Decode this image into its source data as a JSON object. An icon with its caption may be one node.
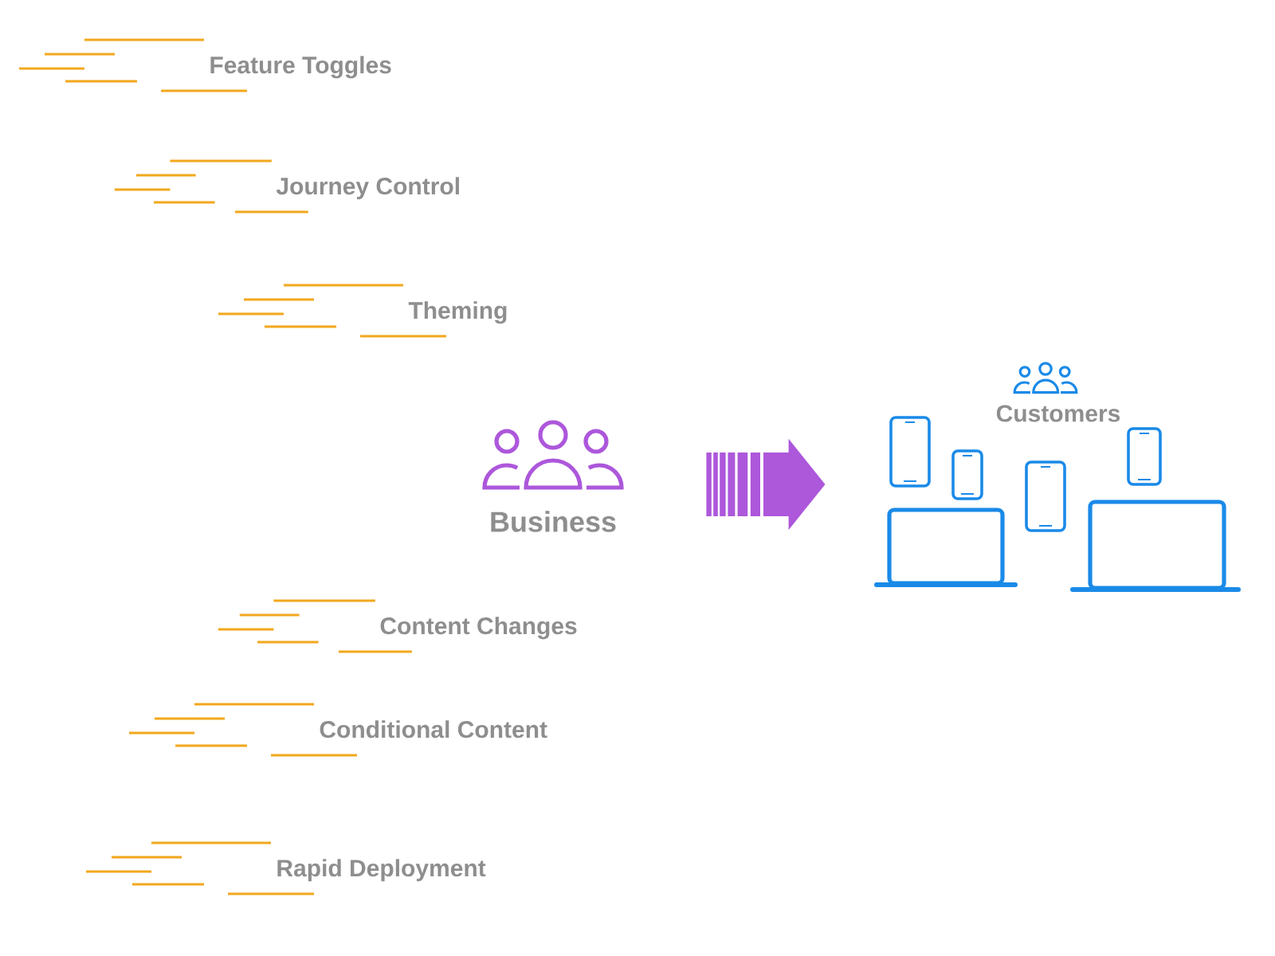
{
  "diagram": {
    "nodes": [
      {
        "text": [
          "Business"
        ]
      },
      {
        "text": [
          "Customers"
        ]
      }
    ],
    "edges": [
      {
        "from": 0,
        "to": 1,
        "arrow": "to"
      }
    ],
    "labels": [
      "Feature Toggles",
      "Journey Control",
      "Theming",
      "Content Changes",
      "Conditional Content",
      "Rapid Deployment"
    ]
  }
}
